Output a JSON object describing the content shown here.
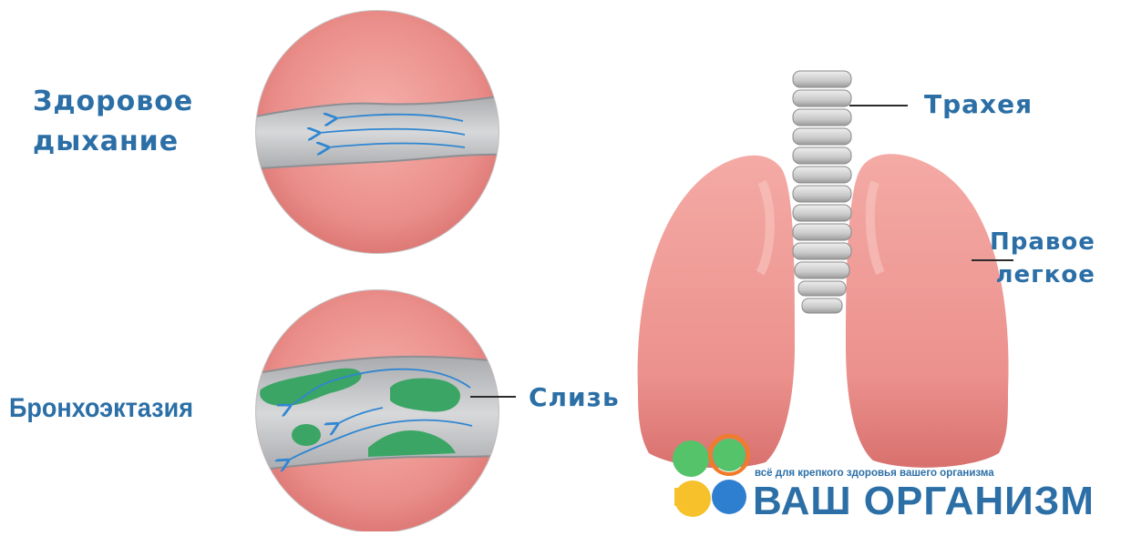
{
  "labels": {
    "healthy_line1": "Здоровое",
    "healthy_line2": "дыхание",
    "bronchiectasis": "Бронхоэктазия",
    "mucus": "Слизь",
    "trachea": "Трахея",
    "lung_line1": "Правое",
    "lung_line2": "легкое"
  },
  "brand": {
    "tagline": "всё для крепкого здоровья вашего организма",
    "name": "ВАШ ОРГАНИЗМ"
  },
  "colors": {
    "label_blue": "#2b6fa6",
    "tissue_pink": "#e98a86",
    "airway_gray": "#c8cacc",
    "mucus_green": "#3aa564",
    "arrow_blue": "#2f86d1"
  }
}
